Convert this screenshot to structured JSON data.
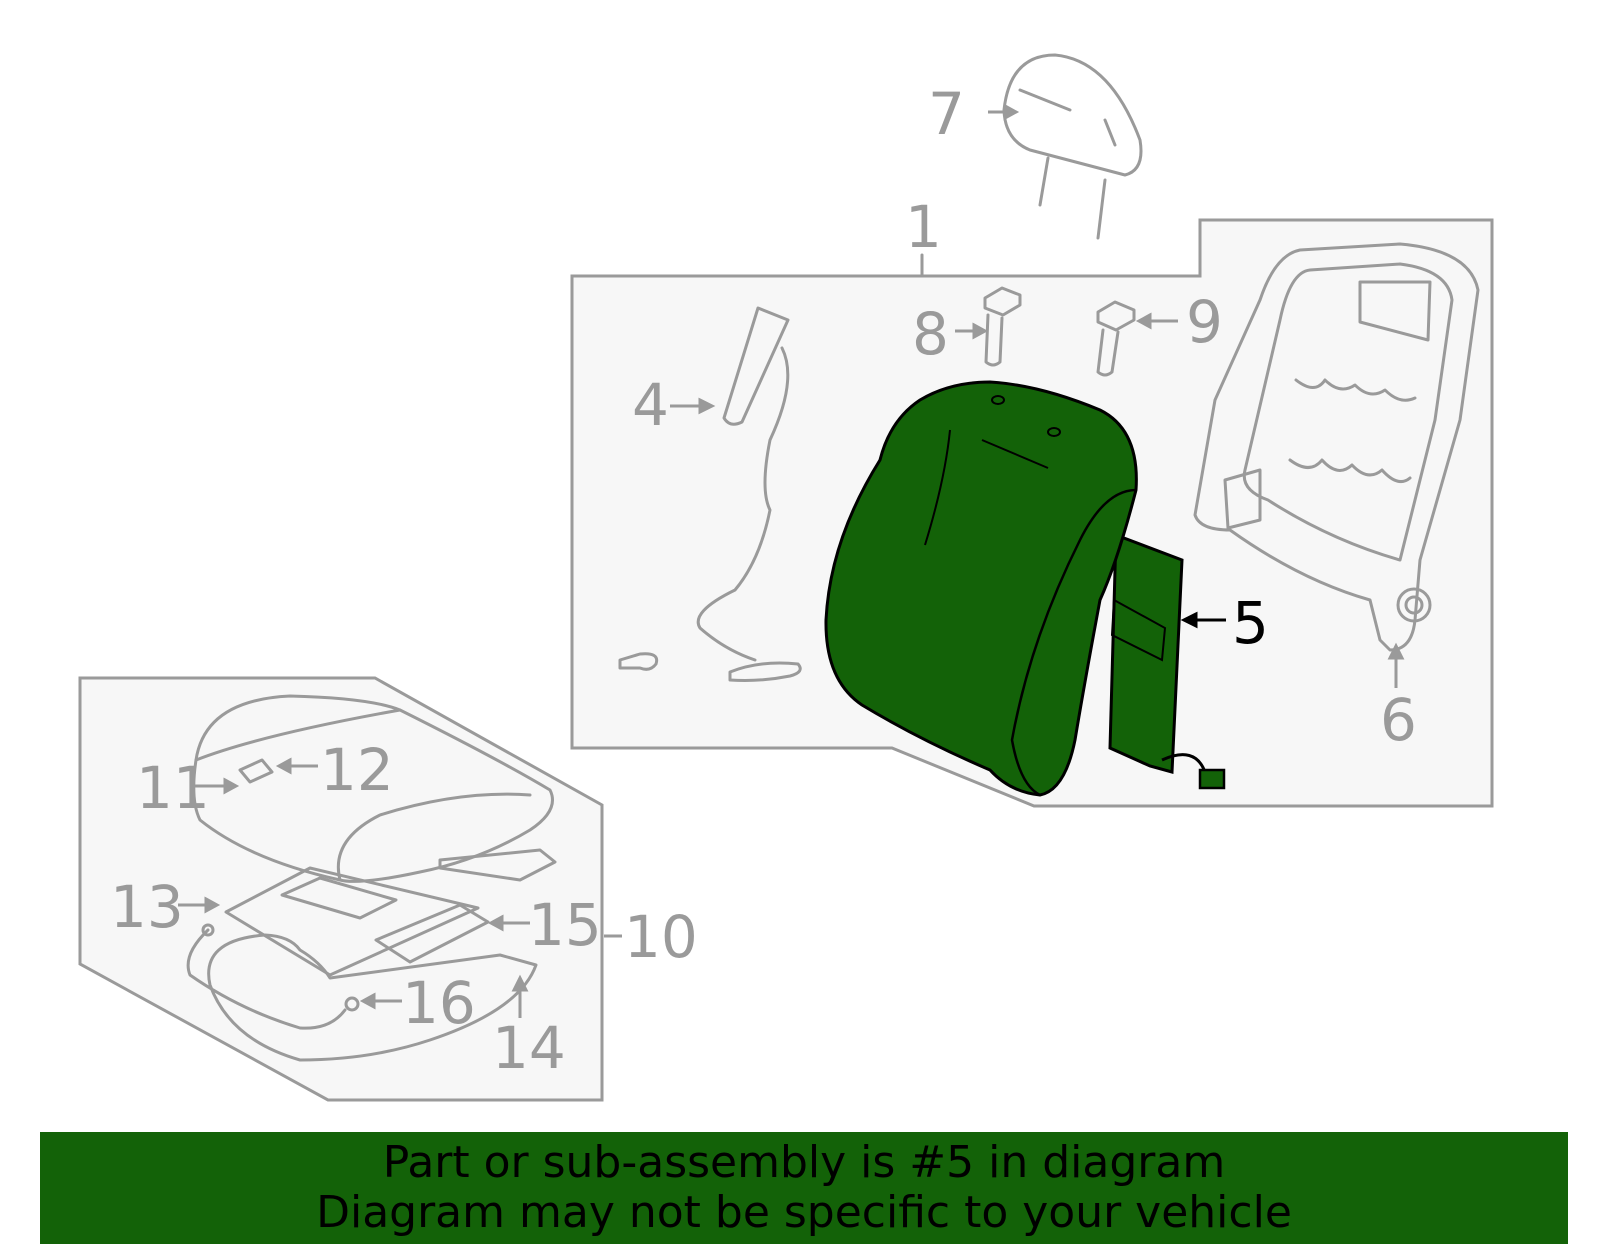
{
  "diagram": {
    "highlight_color": "#136208",
    "line_color": "#9a9a9a",
    "callouts": {
      "c1": "1",
      "c4": "4",
      "c5": "5",
      "c6": "6",
      "c7": "7",
      "c8": "8",
      "c9": "9",
      "c10": "10",
      "c11": "11",
      "c12": "12",
      "c13": "13",
      "c14": "14",
      "c15": "15",
      "c16": "16"
    },
    "highlighted_part": "5"
  },
  "banner": {
    "line1": "Part or sub-assembly is #5 in diagram",
    "line2": "Diagram may not be specific to your vehicle",
    "background": "#136208"
  }
}
